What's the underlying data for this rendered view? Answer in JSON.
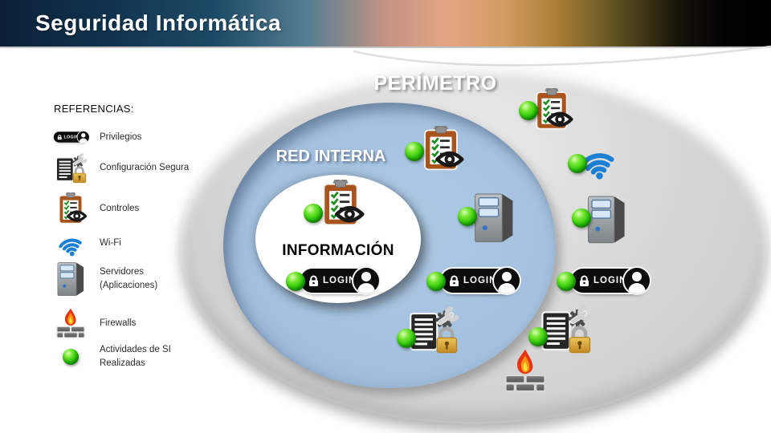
{
  "header": {
    "title": "Seguridad Informática"
  },
  "legend": {
    "title": "REFERENCIAS:",
    "items": [
      {
        "icon": "login-badge-icon",
        "label": "Privilegios"
      },
      {
        "icon": "secure-config-icon",
        "label": "Configuración Segura"
      },
      {
        "icon": "controls-icon",
        "label": "Controles"
      },
      {
        "icon": "wifi-icon",
        "label": "Wi-Fi"
      },
      {
        "icon": "server-icon",
        "label": "Servidores (Aplicaciones)"
      },
      {
        "icon": "firewall-icon",
        "label": "Firewalls"
      },
      {
        "icon": "activity-sphere-icon",
        "label": "Actividades de SI Realizadas"
      }
    ]
  },
  "diagram": {
    "zones": {
      "perimeter_label": "PERÍMETRO",
      "internal_network_label": "RED INTERNA",
      "information_label": "INFORMACIÓN"
    },
    "login_label": "LOGIN"
  },
  "colors": {
    "activity_green": "#2ecb0a",
    "internal_network_blue": "#a3c0de",
    "perimeter_gray": "#d2d2d2",
    "wifi_blue": "#1b7fd4",
    "lock_gold": "#d9a33a",
    "banner_navy": "#0d2440"
  }
}
